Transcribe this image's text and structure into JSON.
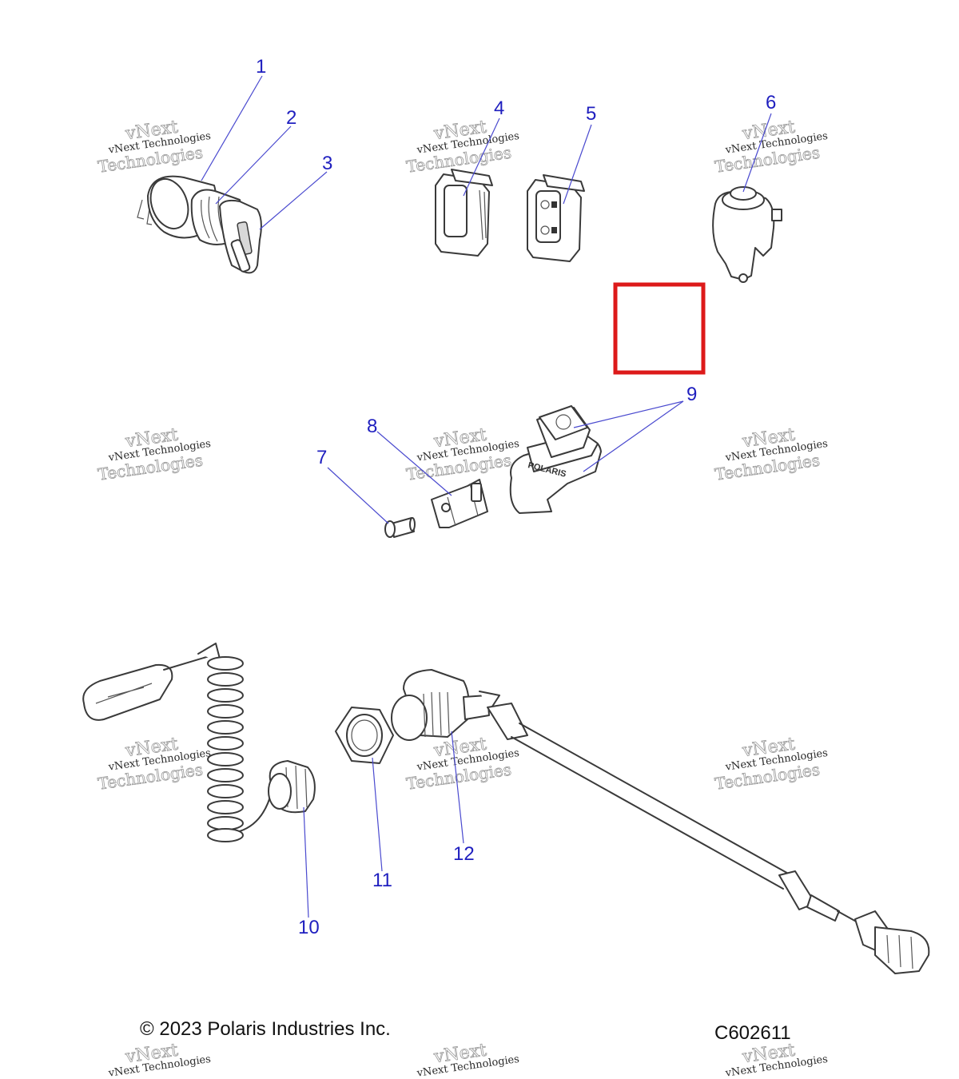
{
  "diagram": {
    "callouts": [
      "1",
      "2",
      "3",
      "4",
      "5",
      "6",
      "7",
      "8",
      "9",
      "10",
      "11",
      "12"
    ],
    "watermark": {
      "line1": "vNext Technologies",
      "line2": "vNext",
      "line3": "Technologies"
    },
    "copyright": "© 2023 Polaris Industries Inc.",
    "drawing_code": "C602611",
    "part_logo": "POLARIS",
    "highlight_color": "#dd1a1a",
    "callout_color": "#1f1fbf"
  }
}
